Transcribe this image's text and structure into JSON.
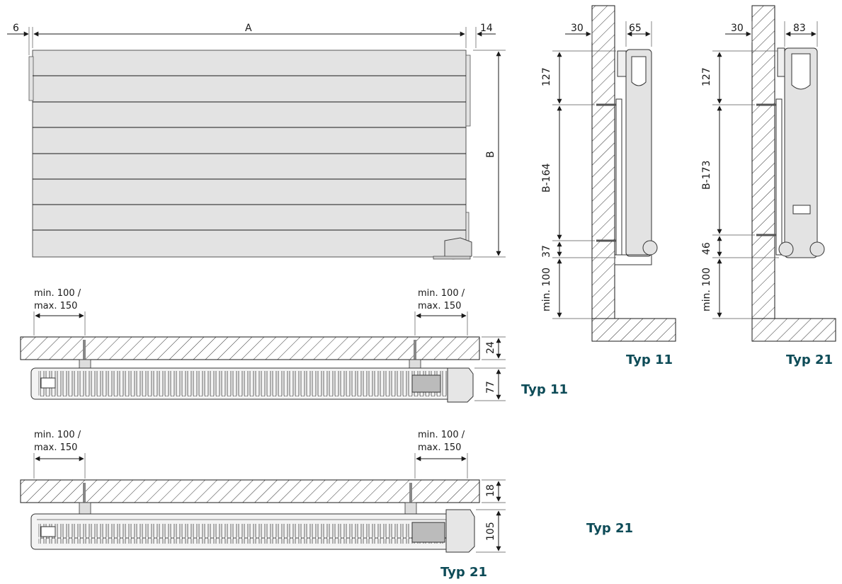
{
  "front_view": {
    "dim_left": "6",
    "dim_width": "A",
    "dim_right": "14",
    "dim_height": "B"
  },
  "plan_typ11": {
    "left_note_1": "min. 100 /",
    "left_note_2": "max. 150",
    "right_note_1": "min. 100 /",
    "right_note_2": "max. 150",
    "dim_wall": "24",
    "dim_depth": "77",
    "label": "Typ 11"
  },
  "plan_typ21": {
    "left_note_1": "min. 100 /",
    "left_note_2": "max. 150",
    "right_note_1": "min. 100 /",
    "right_note_2": "max. 150",
    "dim_wall": "18",
    "dim_depth": "105",
    "label": "Typ 21"
  },
  "side_typ11": {
    "dim_wall": "30",
    "dim_depth": "65",
    "dim_top": "127",
    "dim_mid": "B-164",
    "dim_bottom": "37",
    "dim_floor": "min. 100",
    "label": "Typ 11"
  },
  "side_typ21": {
    "dim_wall": "30",
    "dim_depth": "83",
    "dim_top": "127",
    "dim_mid": "B-173",
    "dim_bottom": "46",
    "dim_floor": "min. 100",
    "label": "Typ 21"
  },
  "extra_label_typ21": "Typ 21",
  "colors": {
    "panel": "#e3e3e3",
    "label": "#0d4b57",
    "line": "#1a1a1a"
  }
}
